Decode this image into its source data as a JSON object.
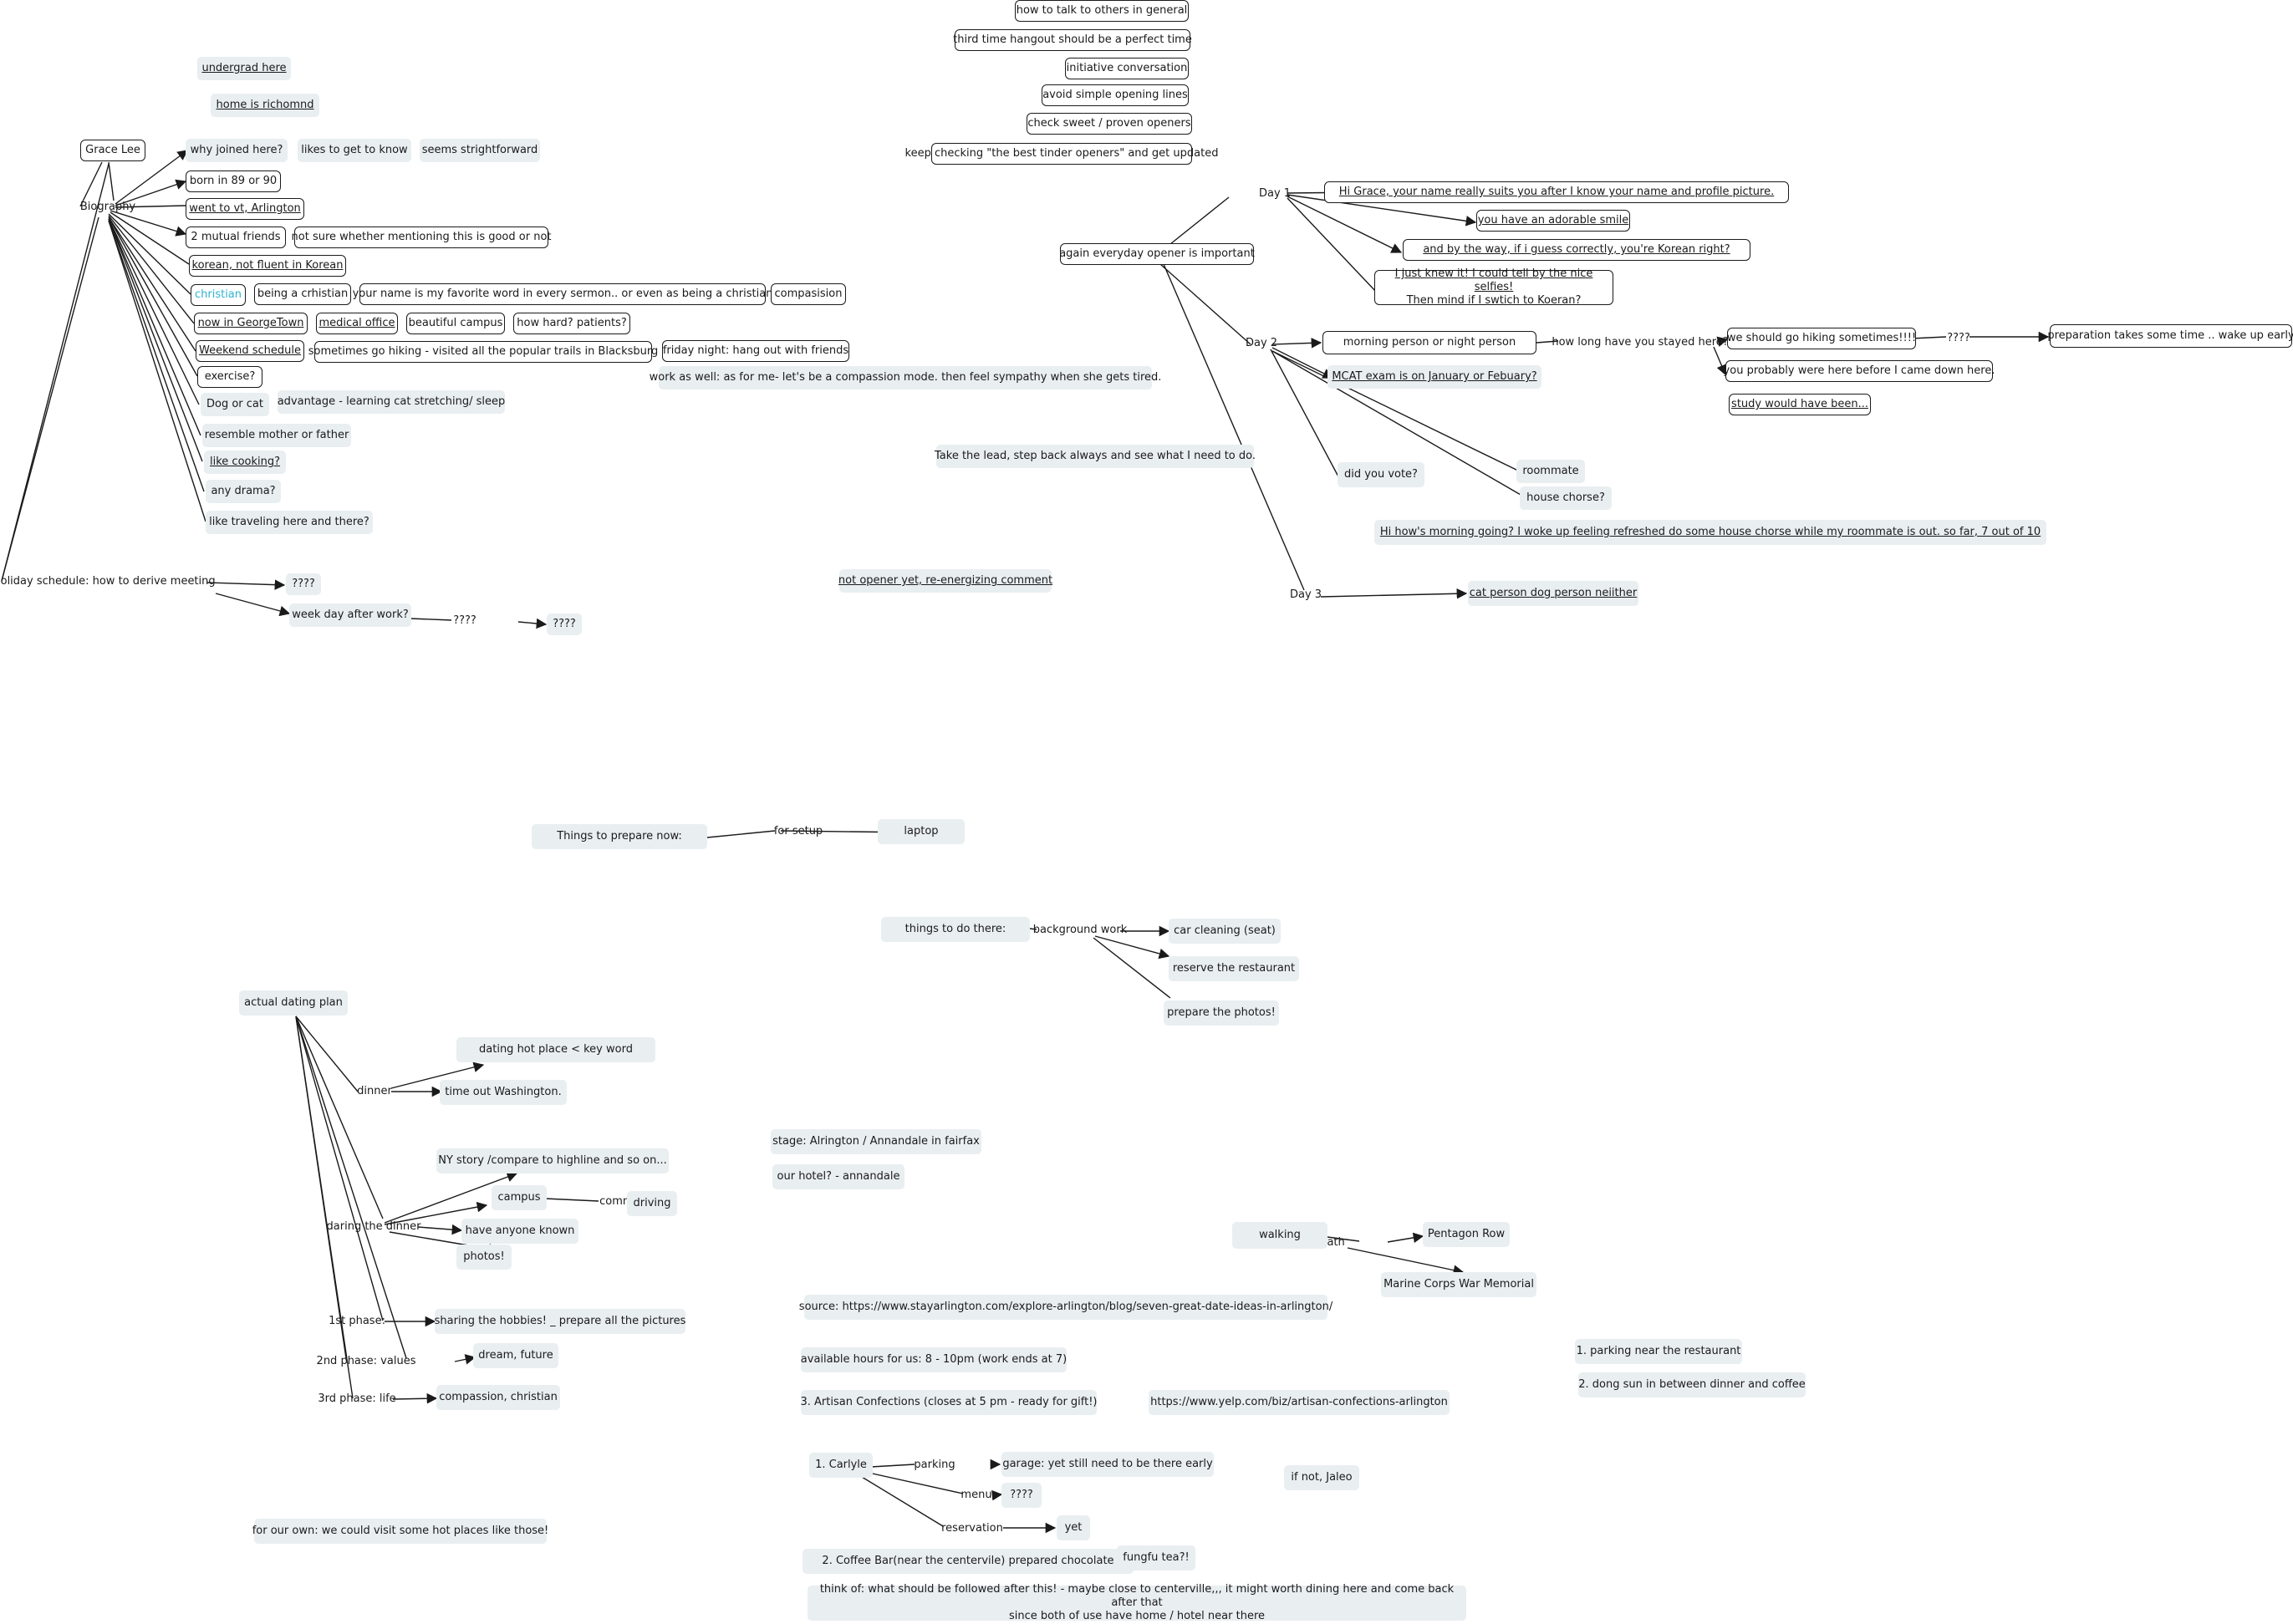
{
  "nodes": {
    "grace": "Grace Lee",
    "biography": "Biography",
    "undergrad": "undergrad here",
    "home": "home is richomnd ",
    "why_joined": "why joined here?",
    "likes_know": "likes to get to know",
    "seems_straight": "seems strightforward",
    "born": "born in 89 or 90",
    "went_vt": "went to vt, Arlington",
    "mutual": "2 mutual friends",
    "not_sure": "not sure whether mentioning this is good or not",
    "korean": "korean, not fluent in Korean",
    "christian": "christian",
    "being_christian": "being a crhistian",
    "your_name_word": "your name is my favorite word in every sermon.. or even as being a christian",
    "compasision": "compasision",
    "georgetown": "now in GeorgeTown",
    "medical": "medical office",
    "beautiful": "beautiful campus",
    "how_hard": "how hard? patients?",
    "weekend": "Weekend schedule",
    "hiking_trails": "sometimes go hiking - visited all the popular trails in Blacksburg",
    "friday": "friday night: hang out with friends",
    "work_as_well": "work as well: as for me- let's be a compassion mode. then feel sympathy when she gets tired.",
    "exercise": "exercise?",
    "dog_cat": "Dog or cat",
    "advantage": "advantage - learning cat stretching/ sleep",
    "resemble": "resemble mother or father",
    "cooking": "like cooking?",
    "drama": "any drama?",
    "traveling": "like traveling here and there?",
    "holiday": "holiday schedule: how to derive meeting",
    "q_holiday": "????",
    "weekday": "week day after work?",
    "q_edge": "????",
    "q_weekday": "????",
    "talk_general": "how to talk to others in general",
    "third_time": "third time hangout should be a perfect time",
    "initiative": "initiative conversation",
    "avoid_simple": "avoid simple opening lines",
    "check_sweet": "check sweet / proven openers",
    "keep_checking": "keep checking \"the best tinder openers\" and get updated",
    "everyday": "again everyday opener is important",
    "day1": "Day 1",
    "d1_name": "Hi Grace, your name really suits you after I know your name and profile picture. ",
    "d1_smile": "you have an adorable smile",
    "d1_korean": "and by the way, if i guess correctly, you're Korean right? ",
    "d1_knew_a": "I just knew it! I could tell by the nice selfies!",
    "d1_knew_b": "Then mind if I swtich to Koeran?",
    "day2": "Day 2",
    "morning_night": "morning person or night person",
    "how_long": "how long have you stayed here?",
    "hiking_sometimes": "we should go hiking sometimes!!!!",
    "q_prep": "????",
    "preparation": "preparation takes some time .. wake up early",
    "probably": "you probably were here before I came down here.",
    "study": "study would have been...",
    "mcat": "MCAT exam is on January or Febuary? ",
    "did_vote": "did you vote?",
    "roommate": "roommate",
    "house_chorse": "house chorse?",
    "hi_morning": "Hi how's morning going? I woke up feeling refreshed do some house chorse while my roommate is out. so far, 7 out of 10",
    "take_lead": "Take the lead, step back always and see what I need to do.",
    "not_opener": "not opener yet, re-energizing comment",
    "day3": "Day 3",
    "cat_dog": "cat person dog person neiither",
    "things_prepare": "Things to prepare now:",
    "for_setup": "for setup",
    "laptop": "laptop",
    "things_do": "things to do there:",
    "background": "background work",
    "car_cleaning": "car cleaning (seat)",
    "reserve": "reserve the restaurant",
    "photos_prep": "prepare the photos!",
    "actual_plan": "actual dating plan",
    "dinner": "dinner",
    "hot_place": "dating hot place < key word",
    "timeout": "time out Washington.",
    "ny_story": "NY story /compare to highline and so on...",
    "campus": "campus",
    "commute": "commute",
    "driving": "driving",
    "during_dinner": "daring the dinner",
    "anyone": "have anyone known",
    "photos": "photos!",
    "phase1": "1st phase:",
    "hobbies": "sharing the hobbies! _ prepare all the pictures",
    "phase2": "2nd phase: values",
    "dream": "dream, future",
    "phase3": "3rd phase: life",
    "compassion": "compassion, christian",
    "for_own": "for our own: we could visit some hot places like those!",
    "stage": "stage: Alrington / Annandale in fairfax",
    "hotel": "our hotel? - annandale",
    "source": "source: https://www.stayarlington.com/explore-arlington/blog/seven-great-date-ideas-in-arlington/",
    "available": "available hours for us: 8 - 10pm (work ends at 7)",
    "artisan": "3. Artisan Confections (closes at 5 pm - ready for gift!)",
    "yelp": "https://www.yelp.com/biz/artisan-confections-arlington",
    "walking": "walking",
    "path": "path",
    "pentagon": "Pentagon Row",
    "marine": "Marine Corps War Memorial",
    "parking_near": "1. parking near the restaurant",
    "dong_sun": "2. dong sun in between dinner and coffee",
    "carlyle": "1. Carlyle",
    "parking": "parking",
    "garage": "garage: yet  still need to be there early",
    "menu": "menu",
    "q_menu": "????",
    "reservation": "reservation",
    "yet": "yet",
    "if_not": "if not, Jaleo",
    "coffee_bar": "2. Coffee Bar(near the centervile)  prepared chocolate",
    "fungfu": "fungfu tea?!",
    "think_a": "think of: what should be followed after this! - maybe close to centerville,,, it might worth dining here and come back after that",
    "think_b": "since both of use have home / hotel near there"
  }
}
